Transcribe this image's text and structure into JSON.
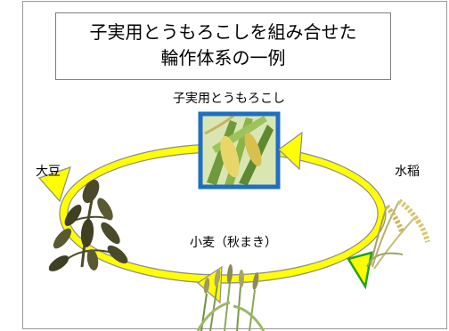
{
  "title": {
    "line1": "子実用とうもろこしを組み合せた",
    "line2": "輪作体系の一例"
  },
  "stages": {
    "corn": "子実用とうもろこし",
    "soybean": "大豆",
    "rice": "水稲",
    "wheat": "小麦（秋まき）"
  },
  "colors": {
    "ring": "#ffff00",
    "ring_outline": "#8c8c8c",
    "highlight_frame": "#1f6fc0",
    "arrow_default": "#ffff00",
    "arrow_green_border": "#22a022"
  },
  "icons": {
    "corn": "corn-plant-photo-icon",
    "soybean": "soybean-plant-icon",
    "rice": "rice-plant-icon",
    "wheat": "wheat-plant-icon"
  }
}
